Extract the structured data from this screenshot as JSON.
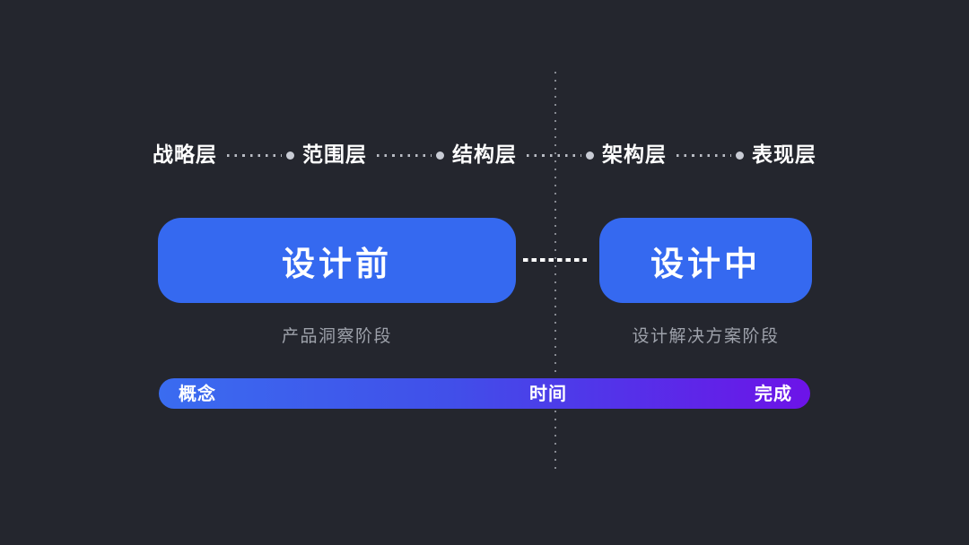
{
  "diagram": {
    "layer_row": [
      "战略层",
      "范围层",
      "结构层",
      "架构层",
      "表现层"
    ],
    "phases": {
      "before": {
        "title": "设计前",
        "subtitle": "产品洞察阶段"
      },
      "during": {
        "title": "设计中",
        "subtitle": "设计解决方案阶段"
      }
    },
    "timeline": {
      "start": "概念",
      "center": "时间",
      "end": "完成"
    },
    "colors": {
      "background": "#24262E",
      "phase_box": "#3569F0",
      "bar_gradient_start": "#3A6CF0",
      "bar_gradient_end": "#6D13E8",
      "subtitle_text": "#9EA2AB",
      "label_text": "#FFFFFF"
    }
  }
}
